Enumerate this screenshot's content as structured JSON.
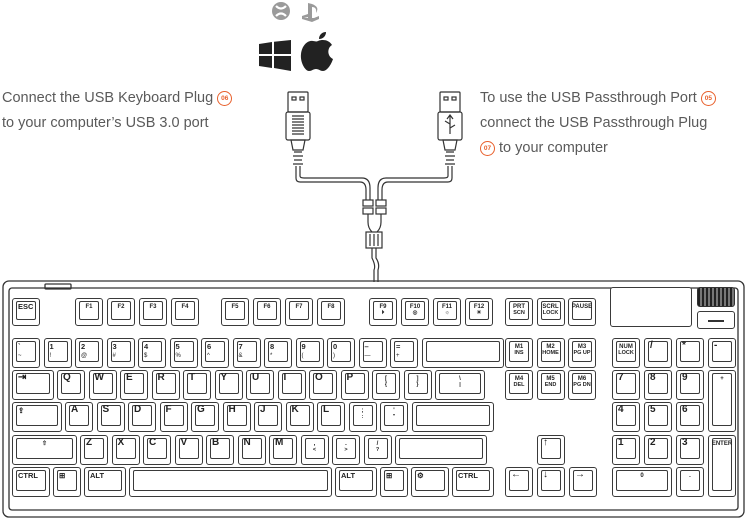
{
  "left_instruction": {
    "line1": "Connect the USB Keyboard Plug",
    "badge1": "06",
    "line2": "to your computer’s USB 3.0 port"
  },
  "right_instruction": {
    "line1": "To use the USB Passthrough Port",
    "badge1": "05",
    "line2": "connect the USB Passthrough Plug",
    "badge2": "07",
    "line3": "to your computer"
  },
  "platform_icons": [
    "xbox-icon",
    "playstation-icon",
    "windows-icon",
    "apple-icon"
  ],
  "colors": {
    "accent": "#e8602c",
    "stroke": "#3a3a3a"
  },
  "keyboard": {
    "row_fn": [
      "ESC",
      "F1",
      "F2",
      "F3",
      "F4",
      "F5",
      "F6",
      "F7",
      "F8",
      "F9",
      "F10",
      "F11",
      "F12"
    ],
    "row_fn_sub": {
      "F9": "⏵",
      "F10": "◎",
      "F11": "☼",
      "F12": "☀"
    },
    "row_num": [
      [
        "`",
        "~"
      ],
      [
        "1",
        "!"
      ],
      [
        "2",
        "@"
      ],
      [
        "3",
        "#"
      ],
      [
        "4",
        "$"
      ],
      [
        "5",
        "%"
      ],
      [
        "6",
        "^"
      ],
      [
        "7",
        "&"
      ],
      [
        "8",
        "*"
      ],
      [
        "9",
        "("
      ],
      [
        "0",
        ")"
      ],
      [
        "–",
        "—"
      ],
      [
        "=",
        "+"
      ]
    ],
    "row_q": [
      "Q",
      "W",
      "E",
      "R",
      "T",
      "Y",
      "U",
      "I",
      "O",
      "P"
    ],
    "row_q_extra": [
      [
        "[",
        "{"
      ],
      [
        "]",
        "}"
      ],
      [
        "\\",
        "|"
      ]
    ],
    "row_a": [
      "A",
      "S",
      "D",
      "F",
      "G",
      "H",
      "J",
      "K",
      "L"
    ],
    "row_a_extra": [
      [
        ";",
        ":"
      ],
      [
        "'",
        "\""
      ]
    ],
    "row_z": [
      "Z",
      "X",
      "C",
      "V",
      "B",
      "N",
      "M"
    ],
    "row_z_extra": [
      [
        ",",
        "<"
      ],
      [
        ".",
        ">"
      ],
      [
        "/",
        "?"
      ]
    ],
    "bottom": {
      "ctrl": "CTRL",
      "alt": "ALT",
      "ctrl_r": "CTRL",
      "alt_r": "ALT"
    },
    "nav_top": [
      [
        "PRT",
        "SCN"
      ],
      [
        "SCRL",
        "LOCK"
      ],
      [
        "PAUSE",
        ""
      ]
    ],
    "nav_mid1": [
      [
        "M1",
        "INS"
      ],
      [
        "M2",
        "HOME"
      ],
      [
        "M3",
        "PG UP"
      ]
    ],
    "nav_mid2": [
      [
        "M4",
        "DEL"
      ],
      [
        "M5",
        "END"
      ],
      [
        "M6",
        "PG DN"
      ]
    ],
    "numpad": {
      "numlock": [
        "NUM",
        "LOCK"
      ],
      "slash": "/",
      "star": "*",
      "minus": "-",
      "row7": [
        "7",
        "8",
        "9"
      ],
      "row4": [
        "4",
        "5",
        "6"
      ],
      "row1": [
        "1",
        "2",
        "3"
      ],
      "plus": "+",
      "enter": "ENTER",
      "zero": "0",
      "dot": "."
    }
  }
}
